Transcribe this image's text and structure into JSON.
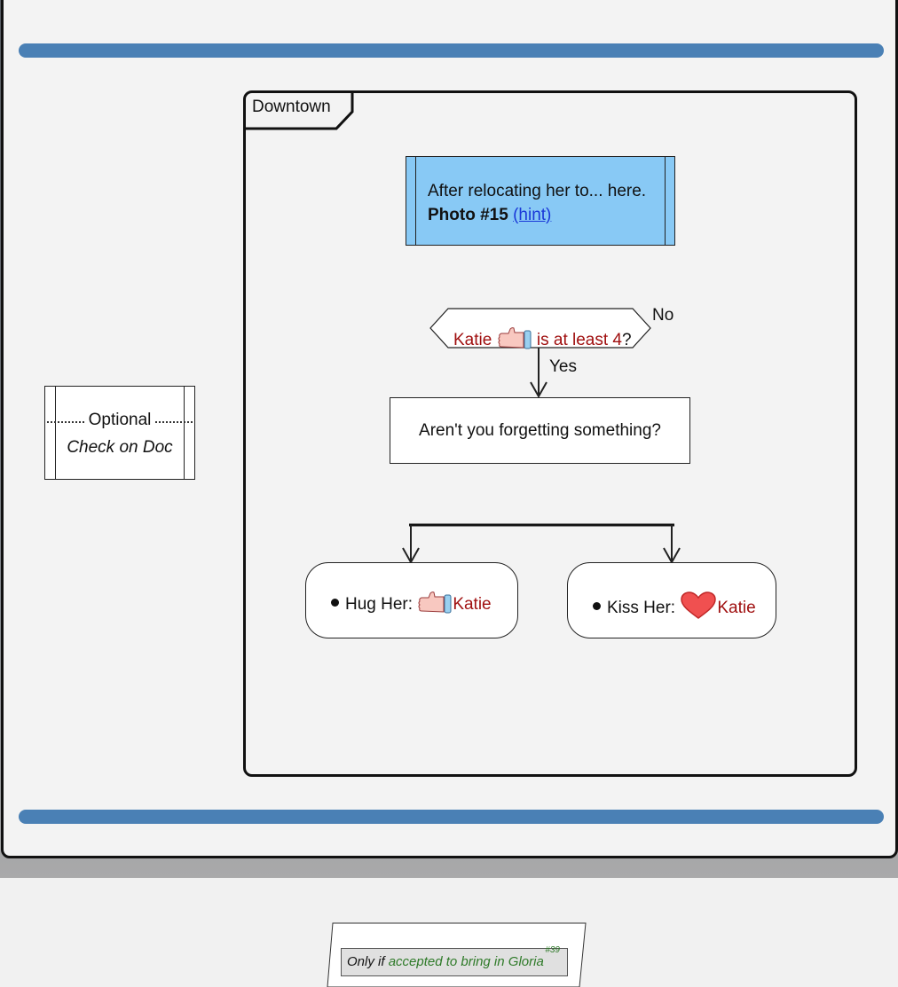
{
  "group": {
    "label": "Downtown"
  },
  "start_box": {
    "line1": "After relocating her to... here.",
    "photo_label": "Photo #15",
    "hint_link": "(hint)"
  },
  "condition": {
    "name": "Katie",
    "icon": "thumbs-up-icon",
    "text": "is at least 4",
    "suffix": "?",
    "no_label": "No",
    "yes_label": "Yes"
  },
  "question_box": {
    "text": "Aren't you forgetting something?"
  },
  "actions": [
    {
      "label": "Hug Her:",
      "icon": "thumbs-up-icon",
      "target": "Katie"
    },
    {
      "label": "Kiss Her:",
      "icon": "heart-icon",
      "target": "Katie"
    }
  ],
  "optional_box": {
    "title": "Optional",
    "subtitle": "Check on Doc"
  },
  "note": {
    "prefix": "Only if",
    "condition": "accepted to bring in Gloria",
    "badge": "#39"
  },
  "colors": {
    "bar": "#4a80b5",
    "start_box": "#88c9f5",
    "character": "#a01010",
    "link": "#1a38d8",
    "note_condition": "#2e7a28",
    "heart": "#f05050"
  }
}
